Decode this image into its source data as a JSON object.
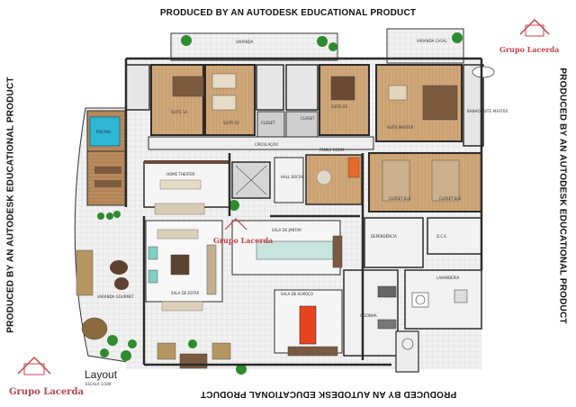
{
  "watermarks": {
    "top": "PRODUCED BY AN AUTODESK EDUCATIONAL PRODUCT",
    "bottom": "PRODUCED BY AN AUTODESK EDUCATIONAL PRODUCT",
    "left": "PRODUCED BY AN AUTODESK EDUCATIONAL PRODUCT",
    "right": "PRODUCED BY AN AUTODESK EDUCATIONAL PRODUCT"
  },
  "logo": {
    "brand": "Grupo Lacerda"
  },
  "layout": {
    "title": "Layout",
    "scale": "ESCALA 1/100"
  },
  "rooms": {
    "varanda_top": "VARANDA",
    "varanda_casal": "VARANDA CASAL",
    "suite_1": "SUITE 1A",
    "suite_2": "SUITE 02",
    "suite_3": "SUITE 03",
    "suite_master": "SUITE MASTER",
    "closet_1": "CLOSET",
    "closet_2": "CLOSET",
    "banho_suite_master": "BANHO SUITE MASTER",
    "circulacao": "CIRCULAÇÃO",
    "family_room": "FAMILY ROOM",
    "closet_3": "CLOSET ELA",
    "closet_4": "CLOSET ELE",
    "hall_social": "HALL SOCIAL",
    "sala_estar": "SALA DE ESTAR",
    "sala_jantar": "SALA DE JANTAR",
    "home_theater": "HOME THEATER",
    "area_gourmet": "VARANDA GOURMET",
    "sala_almoco": "SALA DE ALMOÇO",
    "cozinha": "COZINHA",
    "dependencia": "DEPENDÊNCIA",
    "lavanderia": "LAVANDERIA",
    "dce": "D.C.E.",
    "pool": "PISCINA"
  },
  "colors": {
    "wall": "#2b2b2b",
    "floor_wood": "#c7a27a",
    "tile": "#e9e9e9",
    "pool": "#2fb7d6",
    "plants": "#2e8b2e",
    "table_red": "#e8431f",
    "logo_red": "#c6444b"
  }
}
